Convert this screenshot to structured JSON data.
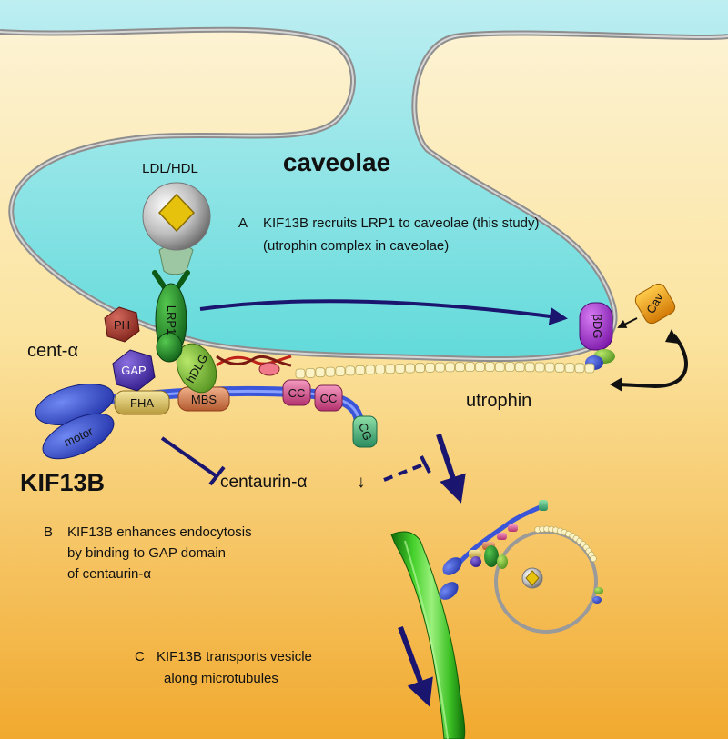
{
  "labels": {
    "caveolae": "caveolae",
    "ldl_hdl": "LDL/HDL",
    "cent_alpha": "cent-α",
    "kif13b": "KIF13B",
    "utrophin": "utrophin",
    "centaurin": "centaurin-α",
    "down_arrow": "↓"
  },
  "domains": {
    "ph": "PH",
    "gap": "GAP",
    "fha": "FHA",
    "mbs": "MBS",
    "cc1": "CC",
    "cc2": "CC",
    "cg": "CG",
    "motor": "motor",
    "lrp1": "LRP1",
    "hdlg": "hDLG",
    "bdg": "βDG",
    "cav": "Cav"
  },
  "statements": {
    "a_letter": "A",
    "a_line1": "KIF13B recruits LRP1 to caveolae (this study)",
    "a_line2": "(utrophin complex in caveolae)",
    "b_letter": "B",
    "b_line1": "KIF13B enhances endocytosis",
    "b_line2": "by binding to GAP domain",
    "b_line3": "of centaurin-α",
    "c_letter": "C",
    "c_line1": "KIF13B transports vesicle",
    "c_line2": "along microtubules"
  },
  "colors": {
    "sky_top": "#a8e4ec",
    "caveola_fill": "#5cdcdc",
    "membrane": "#9a9a9a",
    "cytoplasm_top": "#fdf1cf",
    "cytoplasm_bottom": "#f1a92f",
    "arrow_navy": "#1a1670",
    "kif_blue": "#3a55d8",
    "lrp_green": "#1d8e2c",
    "microtubule_green": "#2fbf1f"
  }
}
